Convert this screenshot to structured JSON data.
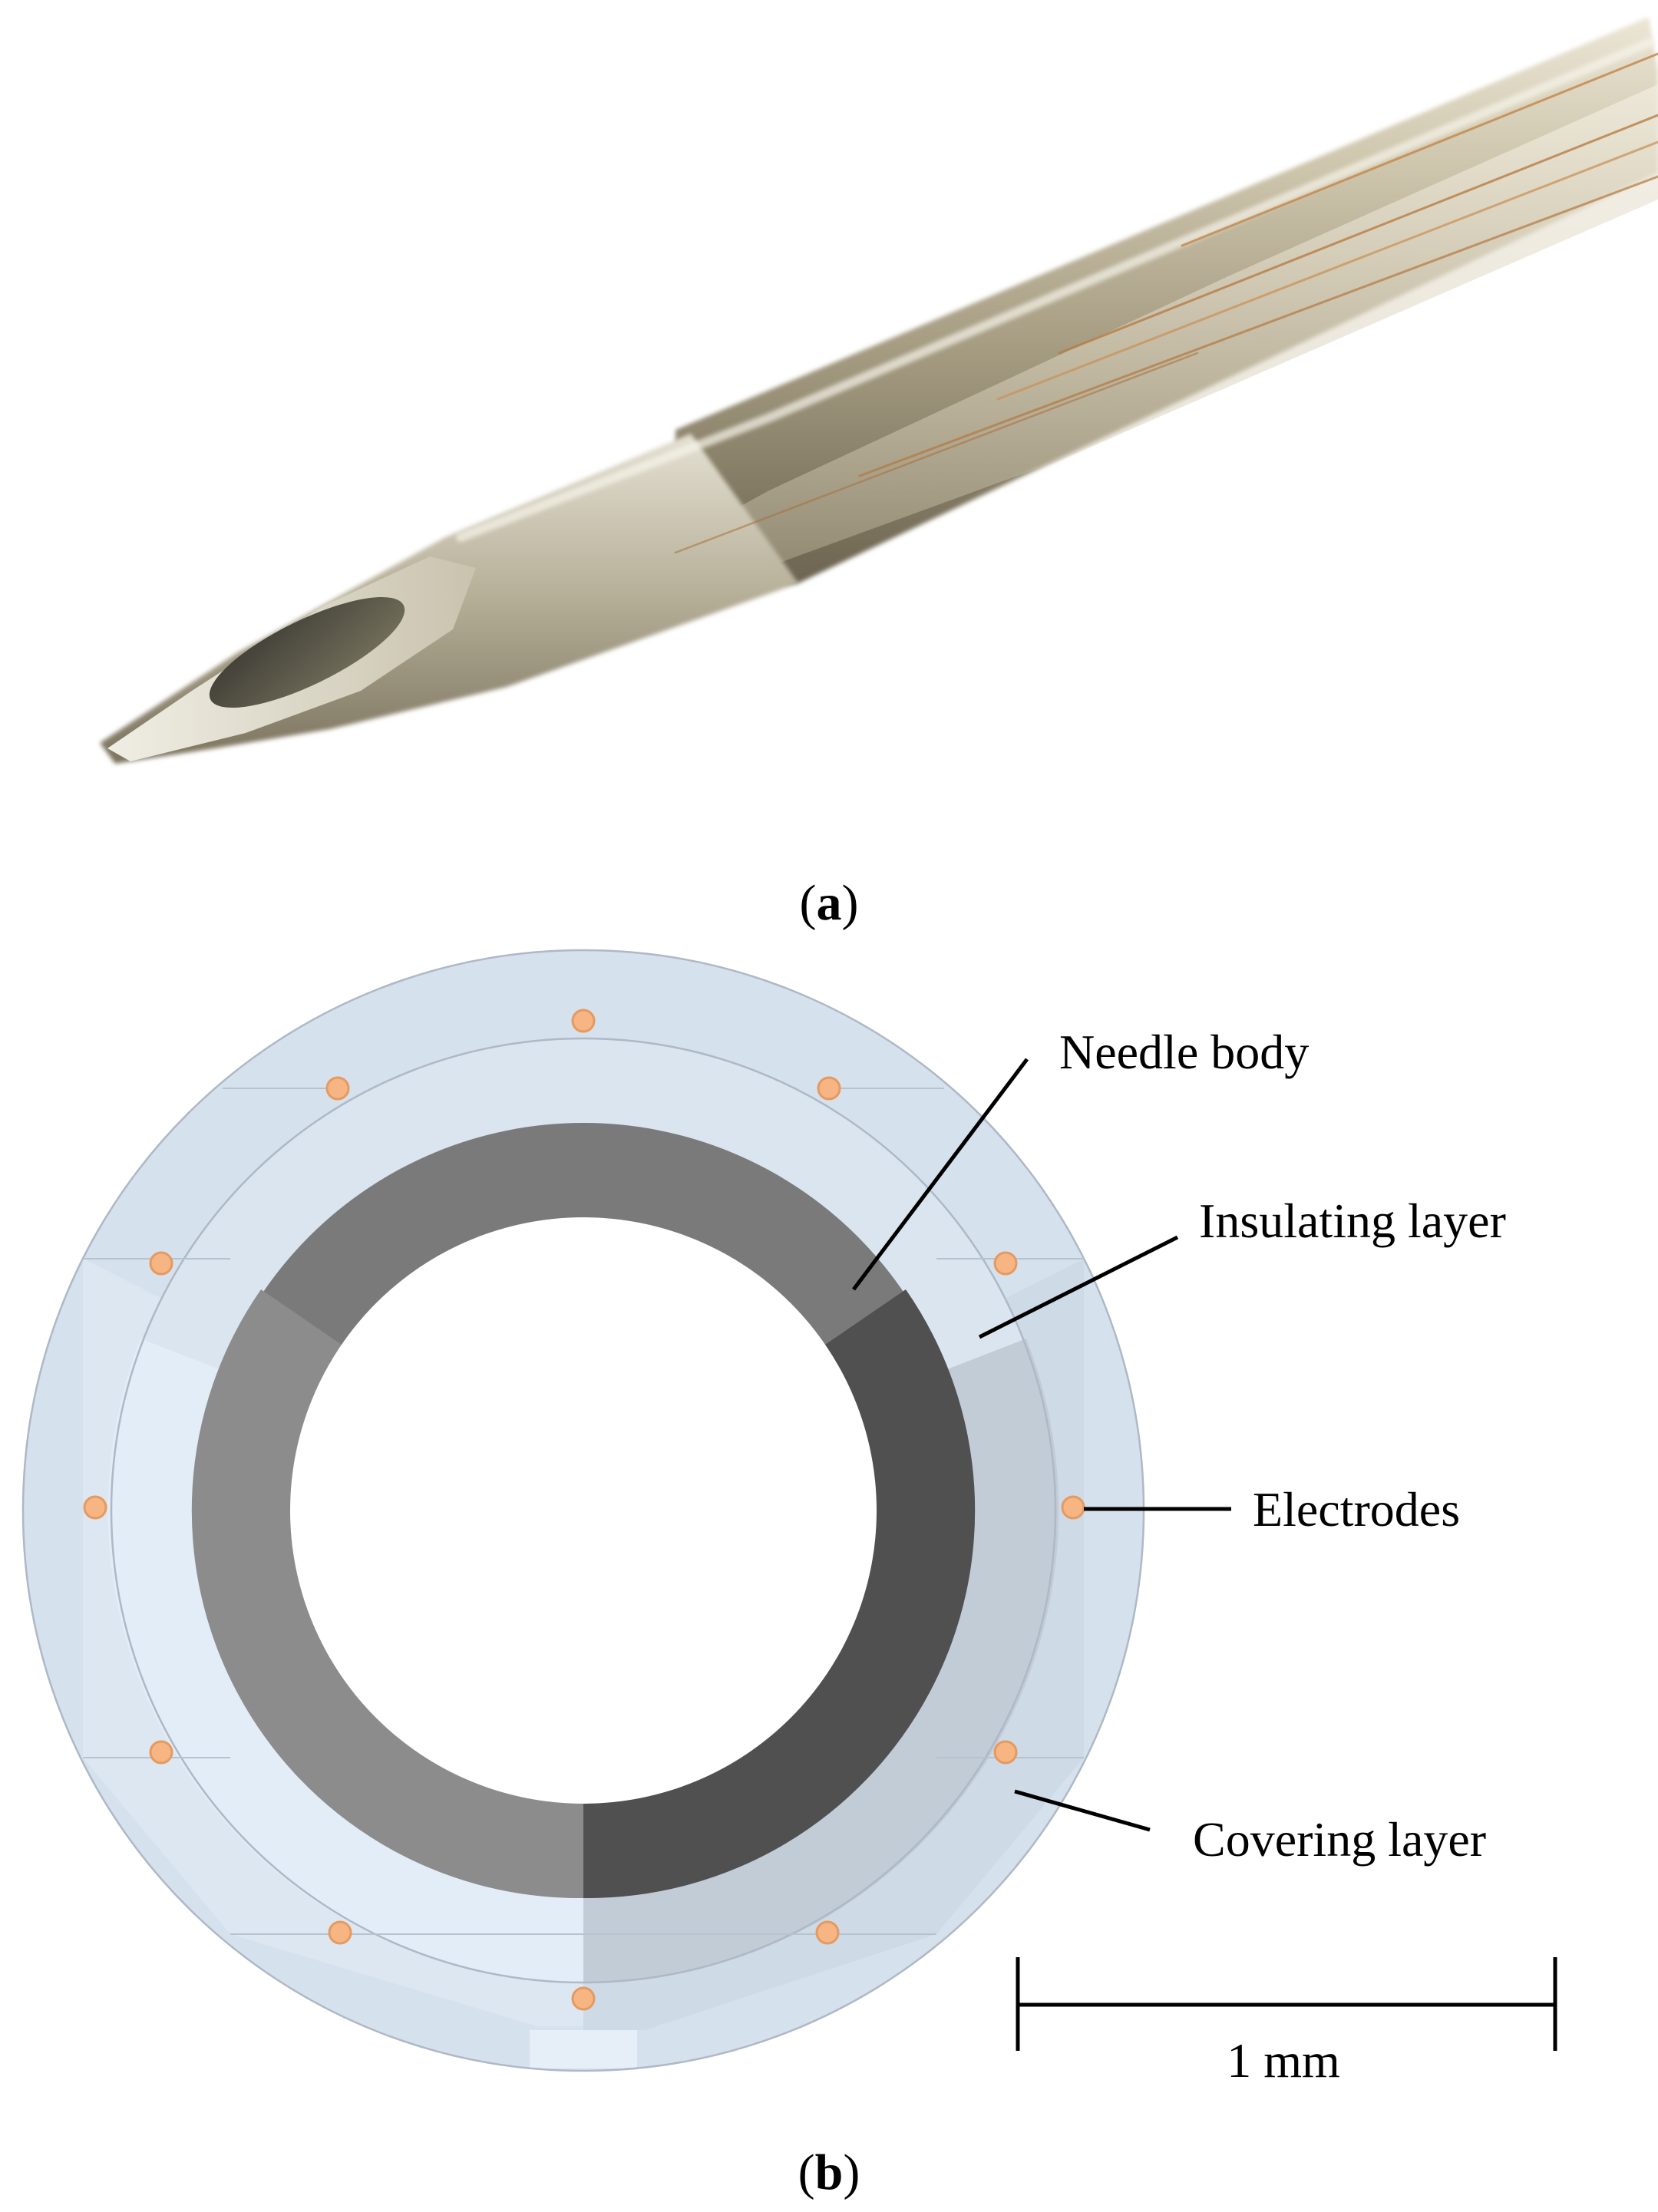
{
  "panel_a": {
    "caption_open": "(",
    "caption_letter": "a",
    "caption_close": ")"
  },
  "panel_b": {
    "caption_open": "(",
    "caption_letter": "b",
    "caption_close": ")",
    "labels": {
      "needle_body": "Needle body",
      "insulating_layer": "Insulating layer",
      "electrodes": "Electrodes",
      "covering_layer": "Covering layer"
    },
    "scale_bar": {
      "label": "1 mm"
    },
    "electrode_count": 12
  },
  "colors": {
    "needle_body_dark": "#4f4f4f",
    "needle_body_mid": "#7a7a7a",
    "needle_body_light": "#8c8c8c",
    "insulating_layer": "#dce6f1",
    "covering_layer": "#d6e1ee",
    "electrode": "#f6b582"
  }
}
